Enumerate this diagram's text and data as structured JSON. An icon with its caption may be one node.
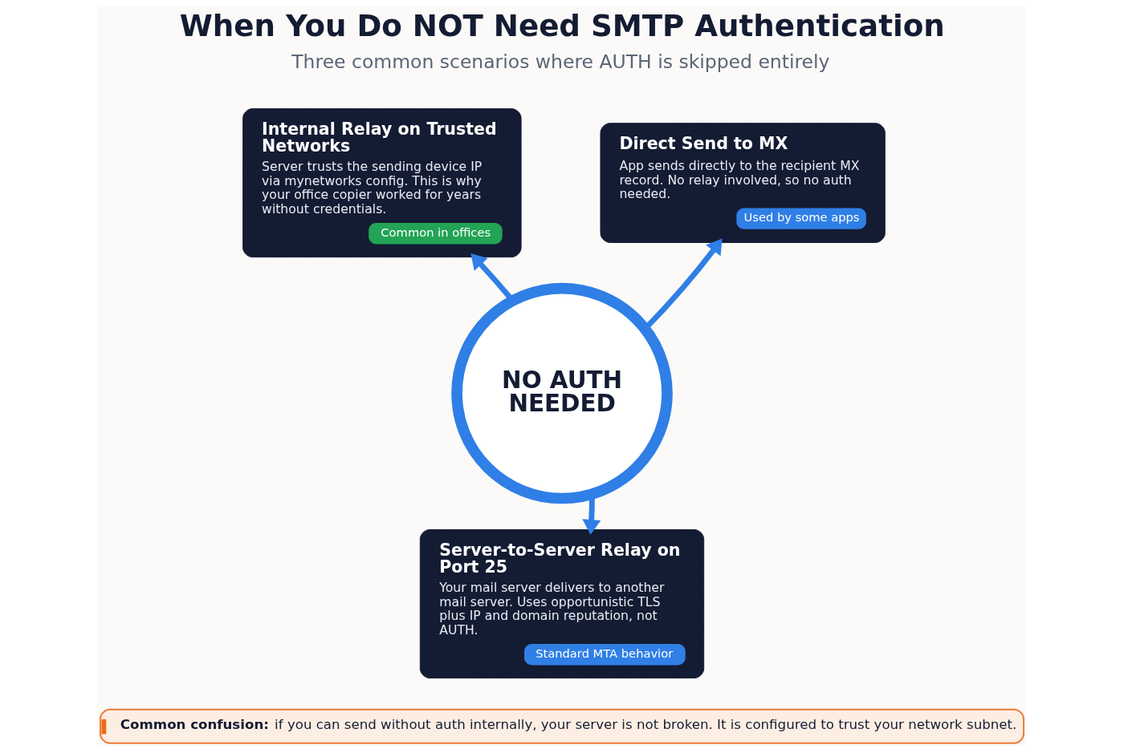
{
  "diagram": {
    "title": "When You Do NOT Need SMTP Authentication",
    "nodes": [
      {
        "text": [
          "Internal Relay on Trusted Networks",
          "Server trusts the sending device IP via mynetworks config. This is why your office copier worked for years without credentials.",
          "Common in offices"
        ]
      },
      {
        "text": [
          "Direct Send to MX",
          "App sends directly to the recipient MX record. No relay involved, so no auth needed.",
          "Used by some apps"
        ]
      },
      {
        "text": [
          "NO AUTH NEEDED"
        ]
      },
      {
        "text": [
          "Server-to-Server Relay on Port 25",
          "Your mail server delivers to another mail server. Uses opportunistic TLS plus IP and domain reputation, not AUTH.",
          "Standard MTA behavior"
        ]
      },
      {
        "text": [
          "**Common confusion:** if you can send without auth internally, your server is not broken. It is configured to trust your network subnet."
        ]
      }
    ],
    "edges": [
      {
        "from": 2,
        "to": 0,
        "arrow": "to"
      },
      {
        "from": 2,
        "to": 1,
        "arrow": "to"
      },
      {
        "from": 2,
        "to": 3,
        "arrow": "to"
      }
    ],
    "labels": [
      "Three common scenarios where AUTH is skipped entirely"
    ]
  }
}
